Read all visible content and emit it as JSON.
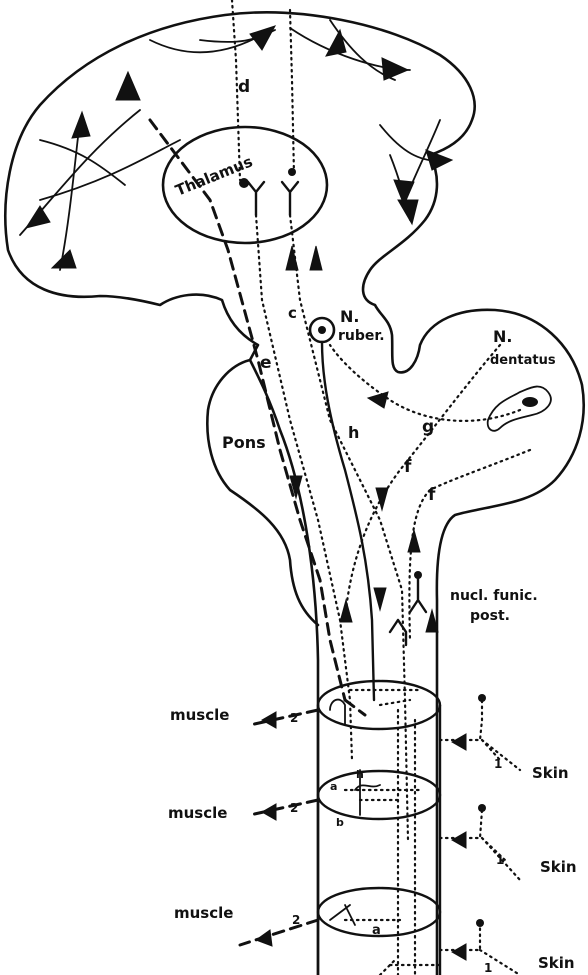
{
  "labels": {
    "d": "d",
    "thalamus": "Thalamus",
    "c": "c",
    "n_ruber_1": "N.",
    "n_ruber_2": "ruber.",
    "n_dentatus_1": "N.",
    "n_dentatus_2": "dentatus",
    "e": "e",
    "pons": "Pons",
    "h": "h",
    "g": "g",
    "f1": "f",
    "f2": "f",
    "nucl_1": "nucl. funic.",
    "nucl_2": "post.",
    "muscle_1": "muscle",
    "muscle_2": "muscle",
    "muscle_3": "muscle",
    "skin_1": "Skin",
    "skin_2": "Skin",
    "skin_3": "Skin",
    "num_2a": "2",
    "num_2b": "2",
    "num_2c": "2",
    "num_1a": "1",
    "num_1b": "1",
    "num_1c": "1",
    "h_small": "h",
    "a_small": "a",
    "b_small": "b",
    "a_bottom": "a"
  }
}
